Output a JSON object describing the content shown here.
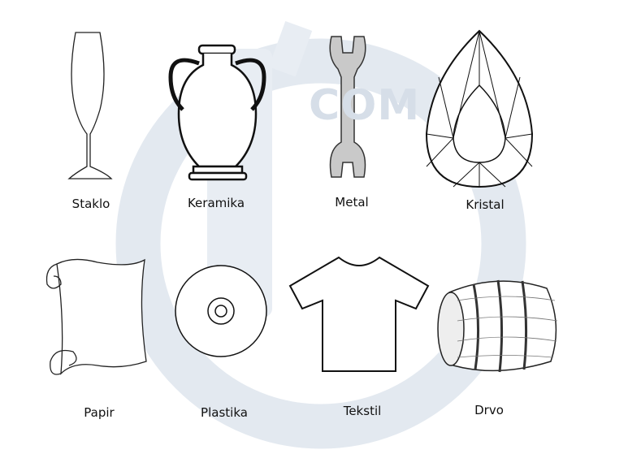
{
  "items": [
    {
      "label": "Staklo",
      "icon": "wine-glass"
    },
    {
      "label": "Keramika",
      "icon": "amphora-vase"
    },
    {
      "label": "Metal",
      "icon": "wrench"
    },
    {
      "label": "Kristal",
      "icon": "gem-crystal"
    },
    {
      "label": "Papir",
      "icon": "paper-scroll"
    },
    {
      "label": "Plastika",
      "icon": "compact-disc"
    },
    {
      "label": "Tekstil",
      "icon": "t-shirt"
    },
    {
      "label": "Drvo",
      "icon": "wooden-barrel"
    }
  ],
  "watermark": {
    "text": "COM",
    "color": "#dfe6ee"
  }
}
